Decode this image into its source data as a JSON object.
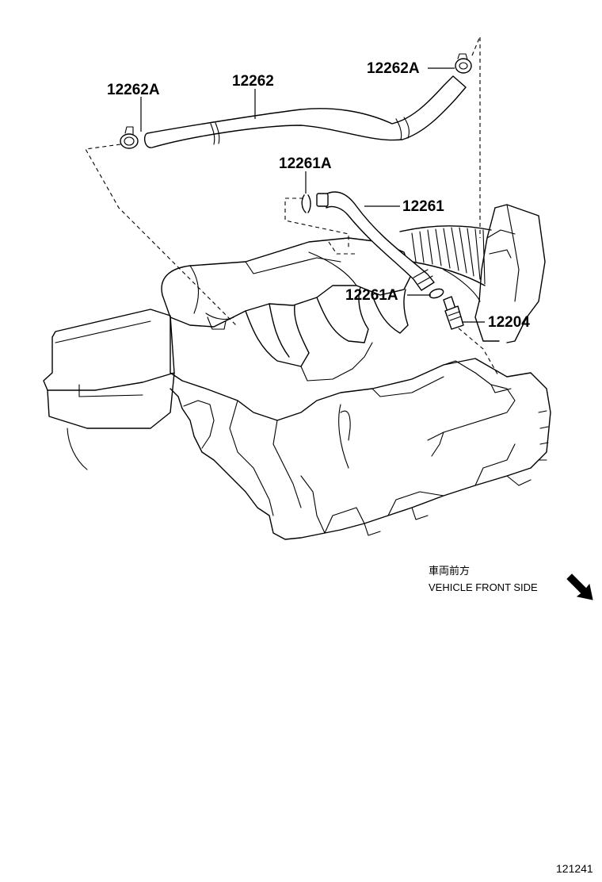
{
  "labels": {
    "clamp_left": "12262A",
    "hose_upper": "12262",
    "clamp_right": "12262A",
    "clip_upper": "12261A",
    "hose_lower": "12261",
    "clip_lower": "12261A",
    "pcv_valve": "12204"
  },
  "direction": {
    "japanese": "車両前方",
    "english": "VEHICLE FRONT SIDE",
    "arrow_icon": "arrow-down-right-icon"
  },
  "figure_number": "121241"
}
